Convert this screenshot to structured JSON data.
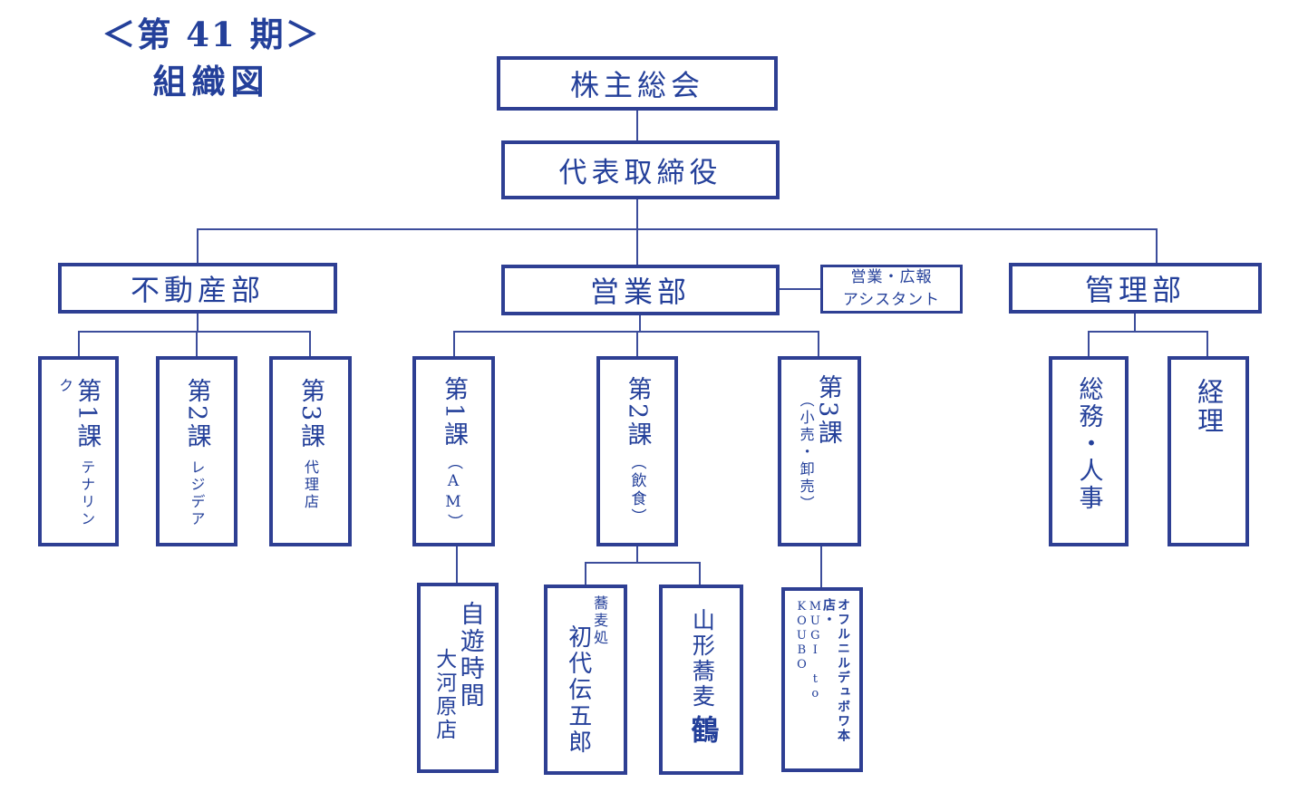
{
  "title": {
    "term": "＜第 41 期＞",
    "name": "組織図"
  },
  "colors": {
    "box_border": "#2e3f93",
    "text": "#24409a",
    "connector": "#3c4d9b",
    "background": "#ffffff"
  },
  "org": {
    "shareholders": "株主総会",
    "director": "代表取締役",
    "real_estate": {
      "name": "不動産部",
      "sec1": {
        "main": "第1課",
        "sub": "テナリンク"
      },
      "sec2": {
        "main": "第2課",
        "sub": "レジデア"
      },
      "sec3": {
        "main": "第3課",
        "sub": "代理店"
      }
    },
    "sales": {
      "name": "営業部",
      "assistant": {
        "line1": "営業・広報",
        "line2": "アシスタント"
      },
      "sec1": {
        "main": "第1課",
        "open": "（",
        "latin": "AM",
        "close": "）"
      },
      "sec2": {
        "main": "第2課",
        "sub": "（飲食）"
      },
      "sec3": {
        "main": "第3課",
        "sub": "（小売・卸売）"
      },
      "shop1": {
        "main": "自遊時間",
        "sub": "大河原店"
      },
      "shop2": {
        "pre": "蕎麦処",
        "main": "初代伝五郎"
      },
      "shop3": {
        "main": "山形蕎麦",
        "accent": "鶴"
      },
      "shop4": {
        "kana": "オフルニルデュボワ本店・",
        "latin": "MUGI to KOUBO"
      }
    },
    "admin": {
      "name": "管理部",
      "sec1": "総務・人事",
      "sec2": "経理"
    }
  }
}
